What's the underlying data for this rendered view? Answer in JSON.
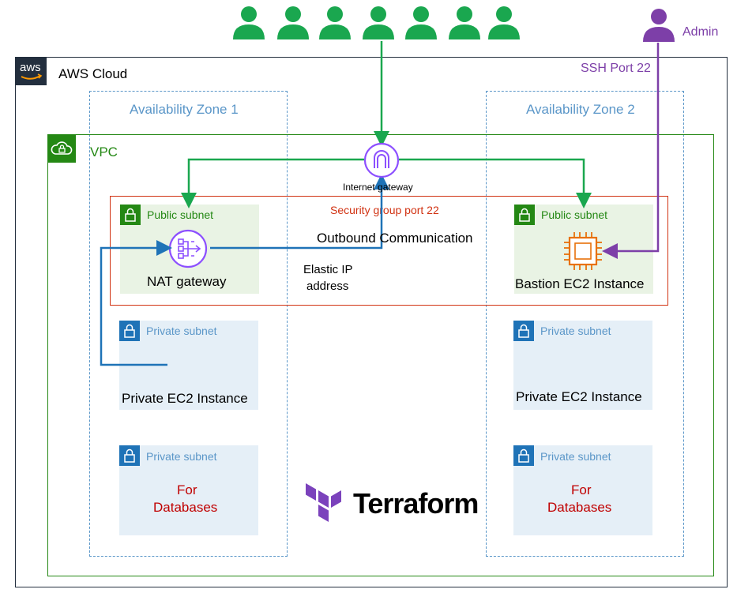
{
  "colors": {
    "users": "#1aa74f",
    "admin": "#7d3fa8",
    "vpc": "#248814",
    "az": "#5a96c8",
    "security": "#d13212",
    "public_fill": "#e9f3e4",
    "private_fill": "#e5eff7",
    "private_icon": "#1f73b7",
    "nat": "#8c4fff",
    "ec2": "#e8710a",
    "outbound": "#1f73b7",
    "db_text": "#c00000",
    "terraform": "#7b42bc"
  },
  "users": {
    "count": 7
  },
  "admin": {
    "label": "Admin"
  },
  "aws": {
    "logo": "aws",
    "cloud_label": "AWS Cloud"
  },
  "ssh_label": "SSH Port 22",
  "az1": {
    "label": "Availability Zone 1"
  },
  "az2": {
    "label": "Availability Zone 2"
  },
  "vpc": {
    "label": "VPC"
  },
  "igw": {
    "label": "Internet gateway"
  },
  "security_group": {
    "label": "Security group port 22"
  },
  "outbound": {
    "label": "Outbound Communication"
  },
  "elastic_ip": {
    "line1": "Elastic IP",
    "line2": "address"
  },
  "subnets": {
    "public_left": {
      "label": "Public subnet",
      "content": "NAT gateway"
    },
    "public_right": {
      "label": "Public subnet",
      "content": "Bastion EC2 Instance"
    },
    "private_left_1": {
      "label": "Private subnet",
      "content": "Private EC2 Instance"
    },
    "private_right_1": {
      "label": "Private subnet",
      "content": "Private EC2 Instance"
    },
    "private_left_2": {
      "label": "Private subnet",
      "line1": "For",
      "line2": "Databases"
    },
    "private_right_2": {
      "label": "Private subnet",
      "line1": "For",
      "line2": "Databases"
    }
  },
  "terraform": {
    "label": "Terraform"
  }
}
